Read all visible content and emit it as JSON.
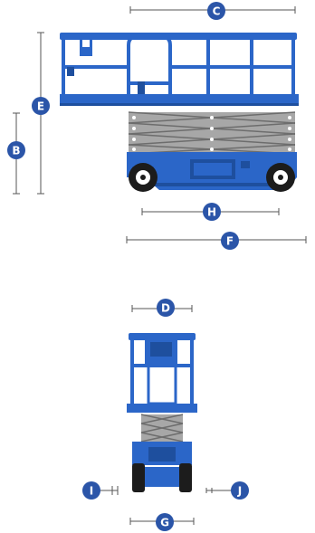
{
  "colors": {
    "machine_blue": "#2b66c8",
    "machine_dark_blue": "#1e4f9e",
    "scissor_gray": "#a7a7a7",
    "tire_black": "#1c1c1c",
    "badge_blue": "#2b55a8",
    "dimension_line": "#555555"
  },
  "side_view": {
    "dimensions": [
      {
        "id": "dim-c",
        "label": "C",
        "orientation": "horizontal"
      },
      {
        "id": "dim-e",
        "label": "E",
        "orientation": "vertical"
      },
      {
        "id": "dim-b",
        "label": "B",
        "orientation": "vertical"
      },
      {
        "id": "dim-h",
        "label": "H",
        "orientation": "horizontal"
      },
      {
        "id": "dim-f",
        "label": "F",
        "orientation": "horizontal"
      }
    ]
  },
  "front_view": {
    "dimensions": [
      {
        "id": "dim-d",
        "label": "D",
        "orientation": "horizontal"
      },
      {
        "id": "dim-i",
        "label": "I",
        "orientation": "horizontal"
      },
      {
        "id": "dim-j",
        "label": "J",
        "orientation": "horizontal"
      },
      {
        "id": "dim-g",
        "label": "G",
        "orientation": "horizontal"
      }
    ]
  }
}
